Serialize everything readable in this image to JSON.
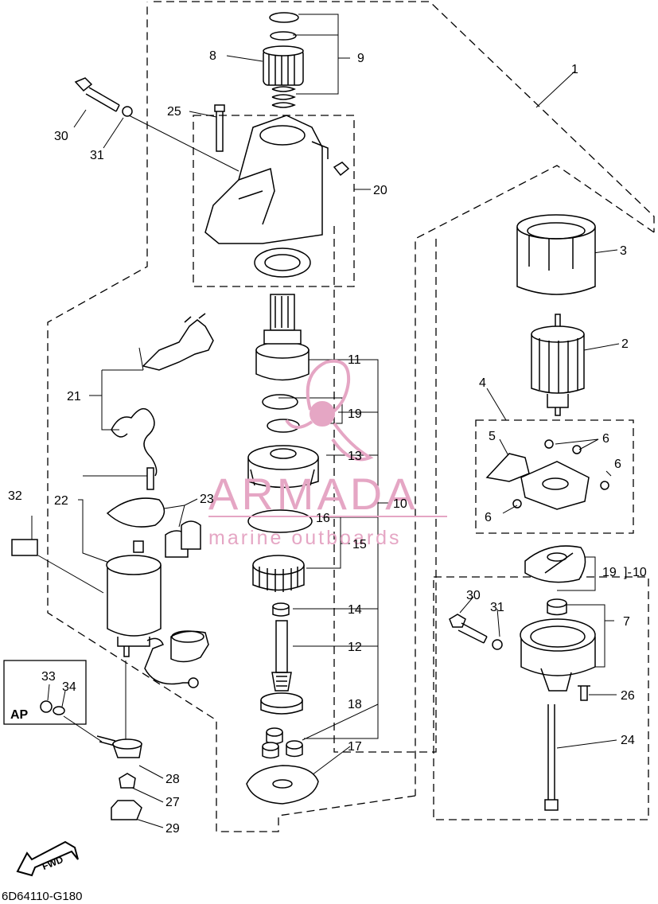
{
  "diagram": {
    "code": "6D64110-G180",
    "watermark": {
      "brand": "ARMADA",
      "tagline": "marine outboards",
      "color": "#e5a6c4"
    },
    "ap_label": "AP",
    "fwd_label": "FWD",
    "callouts": {
      "c1": "1",
      "c2": "2",
      "c3": "3",
      "c4": "4",
      "c5": "5",
      "c6a": "6",
      "c6b": "6",
      "c6c": "6",
      "c7": "7",
      "c8": "8",
      "c9": "9",
      "c10a": "10",
      "c10b": "10",
      "c11": "11",
      "c12": "12",
      "c13": "13",
      "c14": "14",
      "c15": "15",
      "c16": "16",
      "c17": "17",
      "c18": "18",
      "c19a": "19",
      "c19b": "19",
      "c20": "20",
      "c21": "21",
      "c22": "22",
      "c23": "23",
      "c24": "24",
      "c25": "25",
      "c26": "26",
      "c27": "27",
      "c28": "28",
      "c29": "29",
      "c30a": "30",
      "c30b": "30",
      "c31a": "31",
      "c31b": "31",
      "c32": "32",
      "c33": "33",
      "c34": "34"
    }
  }
}
